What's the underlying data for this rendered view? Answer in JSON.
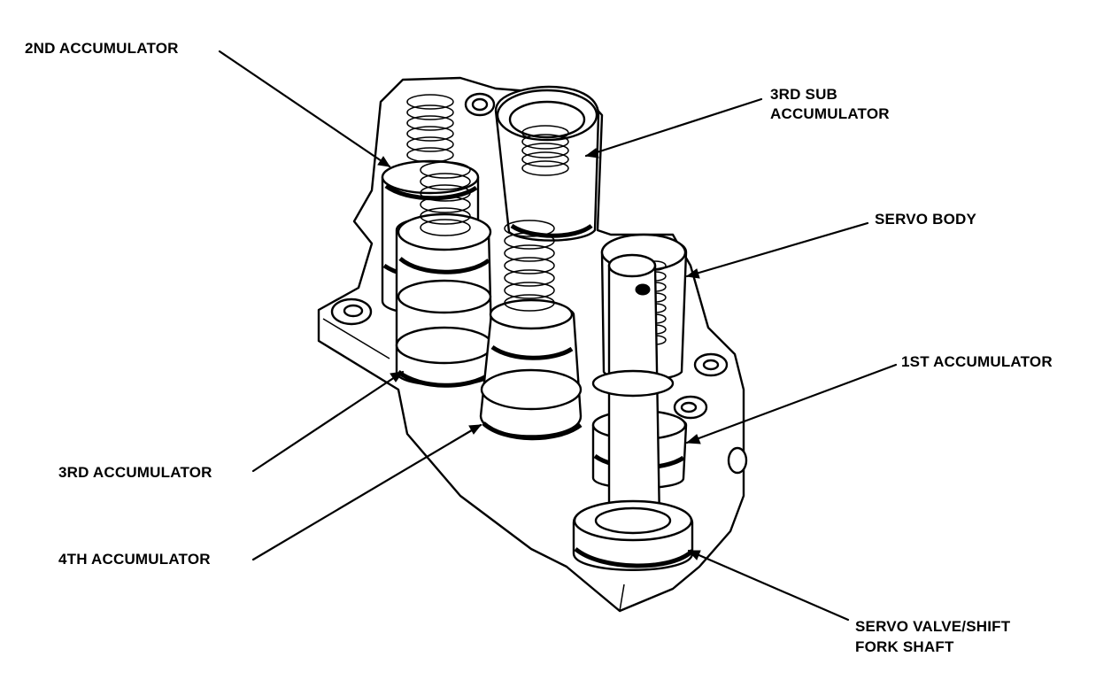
{
  "labels": {
    "second_accumulator": "2ND ACCUMULATOR",
    "third_sub_accumulator_line1": "3RD SUB",
    "third_sub_accumulator_line2": "ACCUMULATOR",
    "servo_body": "SERVO BODY",
    "first_accumulator": "1ST ACCUMULATOR",
    "third_accumulator": "3RD ACCUMULATOR",
    "fourth_accumulator": "4TH ACCUMULATOR",
    "servo_valve_line1": "SERVO VALVE/SHIFT",
    "servo_valve_line2": "FORK SHAFT"
  },
  "colors": {
    "ink": "#000000",
    "paper": "#ffffff"
  }
}
